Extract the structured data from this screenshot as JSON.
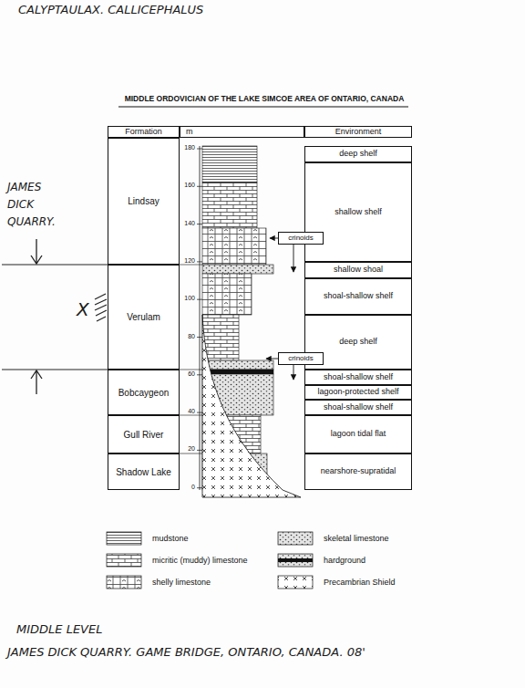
{
  "diagram": {
    "title": "MIDDLE ORDOVICIAN OF THE LAKE SIMCOE AREA OF ONTARIO, CANADA",
    "nodes": [
      {
        "text": [
          "Formation"
        ]
      },
      {
        "text": [
          "m"
        ]
      },
      {
        "text": [
          "Environment"
        ]
      },
      {
        "text": [
          "deep shelf"
        ]
      },
      {
        "text": [
          "Lindsay"
        ]
      },
      {
        "text": [
          "shallow shelf"
        ]
      },
      {
        "text": [
          "crinoids"
        ]
      },
      {
        "text": [
          "shallow shoal"
        ]
      },
      {
        "text": [
          "shoal-shallow shelf"
        ]
      },
      {
        "text": [
          "Verulam"
        ]
      },
      {
        "text": [
          "deep shelf"
        ]
      },
      {
        "text": [
          "crinoids"
        ]
      },
      {
        "text": [
          "Bobcaygeon"
        ]
      },
      {
        "text": [
          "shoal-shallow shelf"
        ]
      },
      {
        "text": [
          "lagoon-protected shelf"
        ]
      },
      {
        "text": [
          "shoal-shallow shelf"
        ]
      },
      {
        "text": [
          "Gull River"
        ]
      },
      {
        "text": [
          "lagoon tidal flat"
        ]
      },
      {
        "text": [
          "Shadow Lake"
        ]
      },
      {
        "text": [
          "nearshore-supratidal"
        ]
      }
    ],
    "labels": [
      "CALYPTAULAX. CALLICEPHALUS",
      "180",
      "160",
      "140",
      "120",
      "100",
      "80",
      "60",
      "40",
      "20",
      "0",
      "JAMES DICK QUARRY.",
      "X",
      "MIDDLE LEVEL",
      "JAMES DICK QUARRY. GAME BRIDGE, ONTARIO, CANADA. 08'"
    ],
    "legend": [
      {
        "text": "mudstone"
      },
      {
        "text": "skeletal limestone"
      },
      {
        "text": "micritic (muddy) limestone"
      },
      {
        "text": "hardground"
      },
      {
        "text": "shelly limestone"
      },
      {
        "text": "Precambrian Shield"
      }
    ]
  }
}
